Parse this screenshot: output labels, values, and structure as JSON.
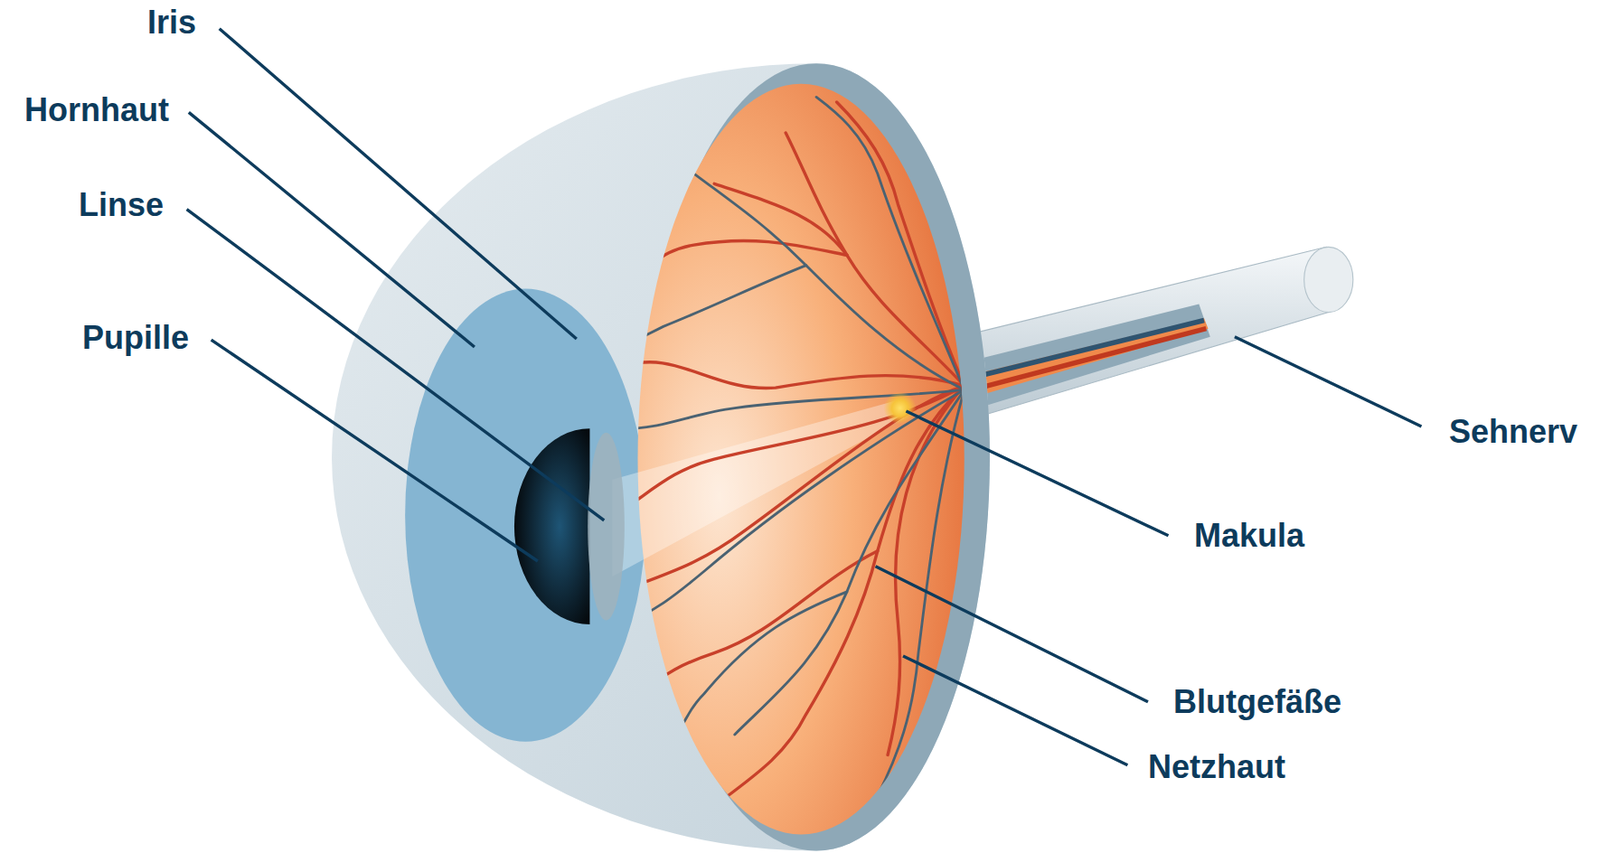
{
  "diagram": {
    "labels": [
      "Iris",
      "Hornhaut",
      "Linse",
      "Pupille",
      "Sehnerv",
      "Makula",
      "Blutgefäße",
      "Netzhaut"
    ]
  }
}
